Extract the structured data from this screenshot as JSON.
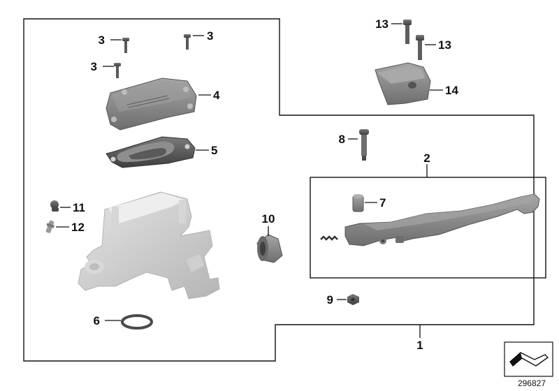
{
  "diagram": {
    "reference_number": "296827",
    "callouts": [
      "1",
      "2",
      "3",
      "3",
      "3",
      "4",
      "5",
      "6",
      "7",
      "8",
      "9",
      "10",
      "11",
      "12",
      "13",
      "13",
      "14"
    ]
  },
  "colors": {
    "part_gray": "#8a8a8a",
    "part_light": "#c9c9c9",
    "part_dark": "#555555",
    "line": "#111111"
  }
}
